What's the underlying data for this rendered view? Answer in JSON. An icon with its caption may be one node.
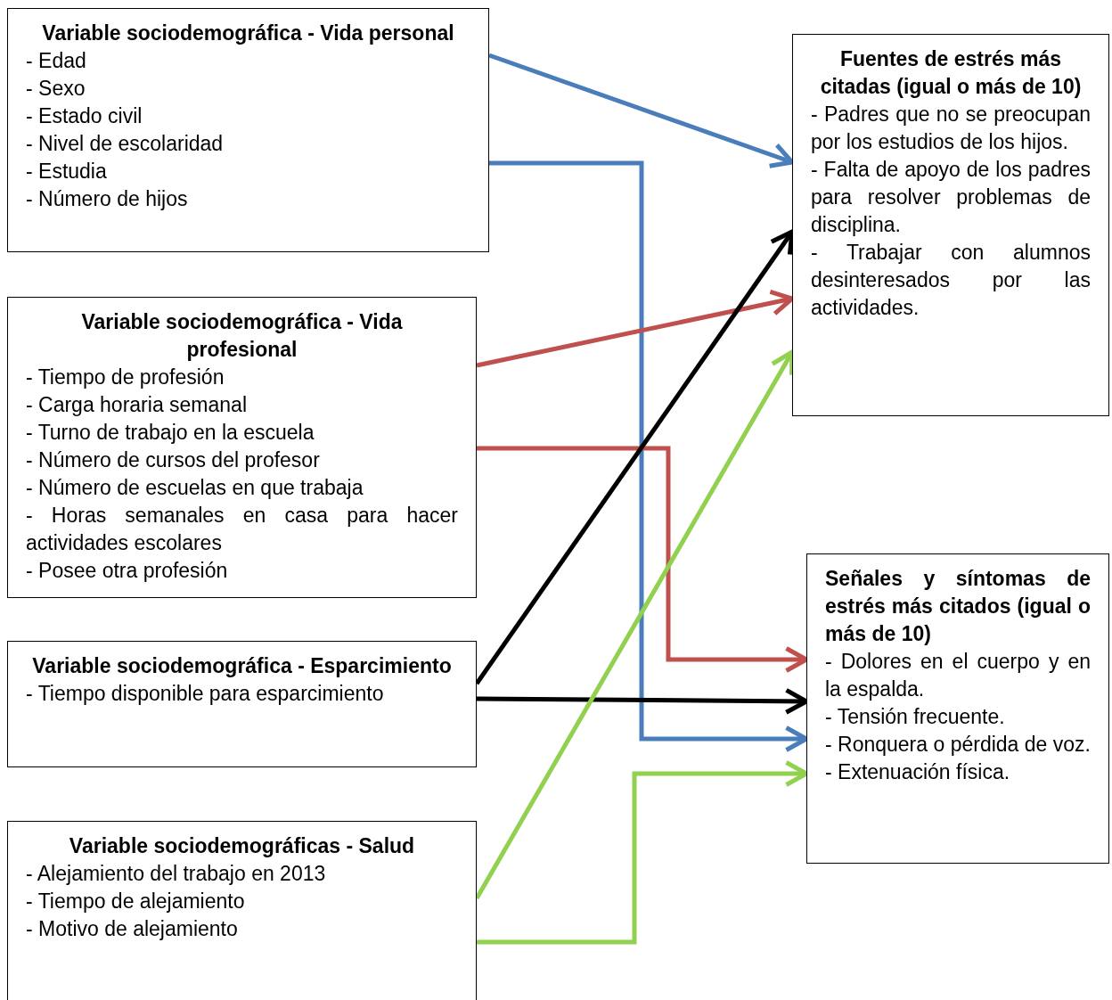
{
  "diagram": {
    "nodes": [
      {
        "text": [
          "Variable sociodemográfica - Vida personal",
          "- Edad",
          "- Sexo",
          "- Estado civil",
          "- Nivel de escolaridad",
          "- Estudia",
          "- Número de hijos"
        ]
      },
      {
        "text": [
          "Variable sociodemográfica - Vida profesional",
          "- Tiempo de profesión",
          "- Carga horaria semanal",
          "- Turno de trabajo en la escuela",
          "- Número de cursos del profesor",
          "- Número de escuelas en que trabaja",
          "- Horas semanales en casa para hacer actividades escolares",
          "- Posee otra profesión"
        ]
      },
      {
        "text": [
          "Variable sociodemográfica - Esparcimiento",
          "- Tiempo disponible para esparcimiento"
        ]
      },
      {
        "text": [
          "Variable sociodemográficas - Salud",
          "- Alejamiento del trabajo en 2013",
          "- Tiempo de alejamiento",
          "- Motivo de alejamiento"
        ]
      },
      {
        "text": [
          "Fuentes de estrés más citadas (igual o más de 10)",
          "- Padres que no se preocupan por los estudios de los hijos.",
          "- Falta de apoyo de los padres para resolver problemas de disciplina.",
          "- Trabajar con alumnos desinteresados por las actividades."
        ]
      },
      {
        "text": [
          "Señales y síntomas de estrés más citados (igual o más de 10)",
          "- Dolores en el cuerpo y en la espalda.",
          "- Tensión frecuente.",
          "- Ronquera o pérdida de voz.",
          "- Extenuación física."
        ]
      }
    ],
    "edges": [
      {
        "from": 0,
        "to": 4,
        "arrow": "to",
        "color": "#4a7ebb"
      },
      {
        "from": 0,
        "to": 5,
        "arrow": "to",
        "color": "#4a7ebb"
      },
      {
        "from": 1,
        "to": 4,
        "arrow": "to",
        "color": "#c0504d"
      },
      {
        "from": 1,
        "to": 5,
        "arrow": "to",
        "color": "#c0504d"
      },
      {
        "from": 2,
        "to": 4,
        "arrow": "to",
        "color": "#000000"
      },
      {
        "from": 2,
        "to": 5,
        "arrow": "to",
        "color": "#000000"
      },
      {
        "from": 3,
        "to": 4,
        "arrow": "to",
        "color": "#92d050"
      },
      {
        "from": 3,
        "to": 5,
        "arrow": "to",
        "color": "#92d050"
      }
    ]
  }
}
